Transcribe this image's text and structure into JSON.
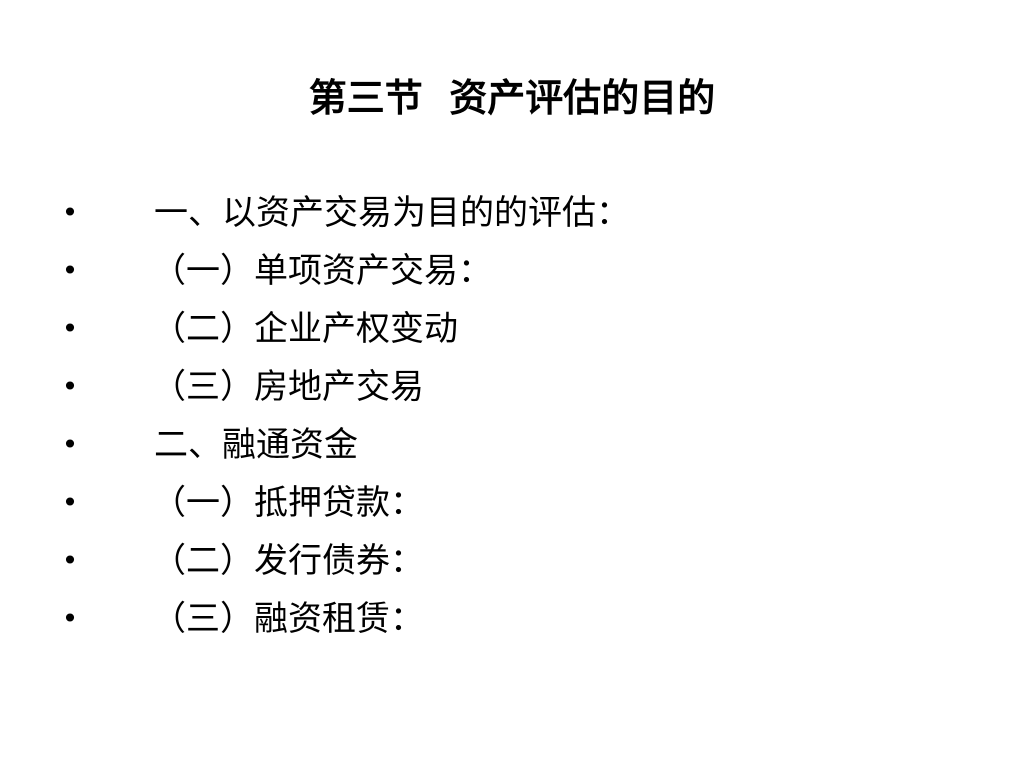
{
  "slide": {
    "title": "第三节  资产评估的目的",
    "bullet_symbol": "•",
    "items": [
      {
        "text": "一、以资产交易为目的的评估：",
        "level": "main"
      },
      {
        "text": "（一）单项资产交易：",
        "level": "sub"
      },
      {
        "text": "（二）企业产权变动",
        "level": "sub"
      },
      {
        "text": "（三）房地产交易",
        "level": "sub"
      },
      {
        "text": "二、融通资金",
        "level": "main"
      },
      {
        "text": "（一）抵押贷款：",
        "level": "sub"
      },
      {
        "text": "（二）发行债券：",
        "level": "sub"
      },
      {
        "text": "（三）融资租赁：",
        "level": "sub"
      }
    ]
  }
}
